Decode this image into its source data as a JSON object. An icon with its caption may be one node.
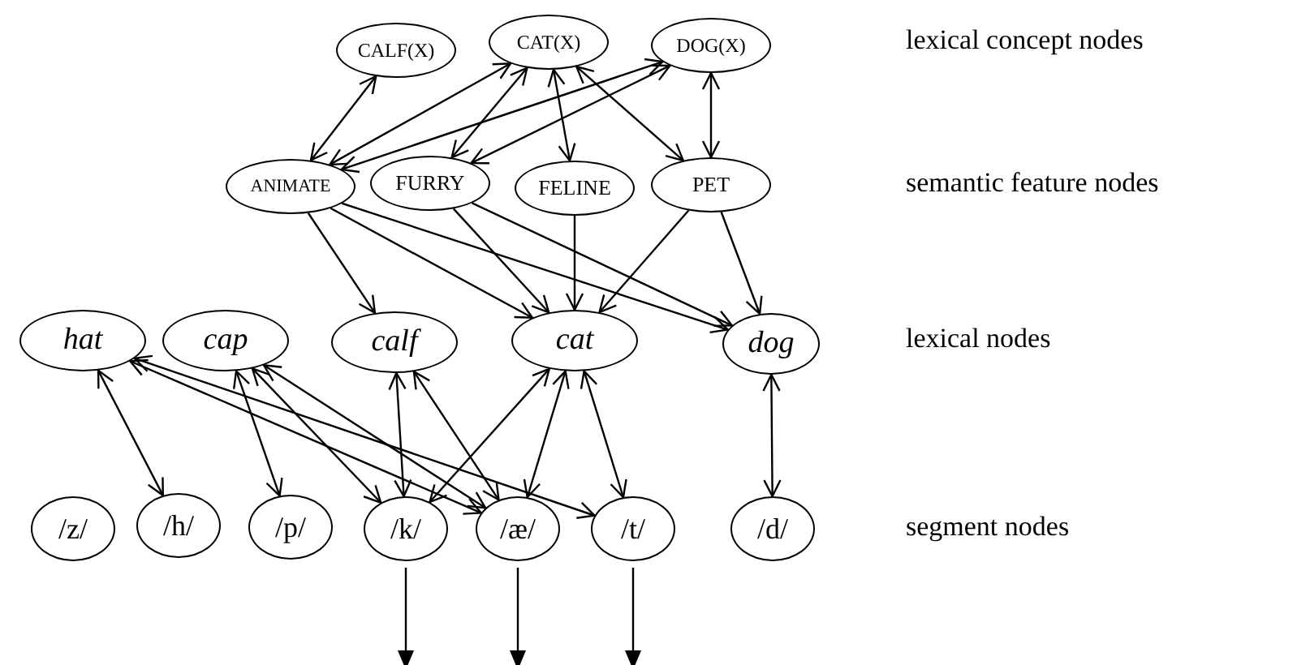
{
  "diagram": {
    "nodes": [
      {
        "text": [
          "CALF(X)"
        ]
      },
      {
        "text": [
          "CAT(X)"
        ]
      },
      {
        "text": [
          "DOG(X)"
        ]
      },
      {
        "text": [
          "ANIMATE"
        ]
      },
      {
        "text": [
          "FURRY"
        ]
      },
      {
        "text": [
          "FELINE"
        ]
      },
      {
        "text": [
          "PET"
        ]
      },
      {
        "text": [
          "hat"
        ]
      },
      {
        "text": [
          "cap"
        ]
      },
      {
        "text": [
          "calf"
        ]
      },
      {
        "text": [
          "cat"
        ]
      },
      {
        "text": [
          "dog"
        ]
      },
      {
        "text": [
          "/z/"
        ]
      },
      {
        "text": [
          "/h/"
        ]
      },
      {
        "text": [
          "/p/"
        ]
      },
      {
        "text": [
          "/k/"
        ]
      },
      {
        "text": [
          "/æ/"
        ]
      },
      {
        "text": [
          "/t/"
        ]
      },
      {
        "text": [
          "/d/"
        ]
      }
    ],
    "edges": [
      {
        "from": 0,
        "to": 3,
        "arrow": "both"
      },
      {
        "from": 1,
        "to": 3,
        "arrow": "both"
      },
      {
        "from": 1,
        "to": 4,
        "arrow": "both"
      },
      {
        "from": 1,
        "to": 5,
        "arrow": "both"
      },
      {
        "from": 1,
        "to": 6,
        "arrow": "both"
      },
      {
        "from": 2,
        "to": 3,
        "arrow": "both"
      },
      {
        "from": 2,
        "to": 4,
        "arrow": "both"
      },
      {
        "from": 2,
        "to": 6,
        "arrow": "both"
      },
      {
        "from": 3,
        "to": 9,
        "arrow": "to"
      },
      {
        "from": 3,
        "to": 10,
        "arrow": "to"
      },
      {
        "from": 3,
        "to": 11,
        "arrow": "to"
      },
      {
        "from": 4,
        "to": 10,
        "arrow": "to"
      },
      {
        "from": 4,
        "to": 11,
        "arrow": "to"
      },
      {
        "from": 5,
        "to": 10,
        "arrow": "to"
      },
      {
        "from": 6,
        "to": 10,
        "arrow": "to"
      },
      {
        "from": 6,
        "to": 11,
        "arrow": "to"
      },
      {
        "from": 7,
        "to": 13,
        "arrow": "both"
      },
      {
        "from": 7,
        "to": 16,
        "arrow": "both"
      },
      {
        "from": 7,
        "to": 17,
        "arrow": "both"
      },
      {
        "from": 8,
        "to": 14,
        "arrow": "both"
      },
      {
        "from": 8,
        "to": 15,
        "arrow": "both"
      },
      {
        "from": 8,
        "to": 16,
        "arrow": "both"
      },
      {
        "from": 9,
        "to": 15,
        "arrow": "both"
      },
      {
        "from": 9,
        "to": 16,
        "arrow": "both"
      },
      {
        "from": 10,
        "to": 15,
        "arrow": "both"
      },
      {
        "from": 10,
        "to": 16,
        "arrow": "both"
      },
      {
        "from": 10,
        "to": 17,
        "arrow": "both"
      },
      {
        "from": 11,
        "to": 18,
        "arrow": "both"
      },
      {
        "from": 15,
        "to": null,
        "arrow": "to"
      },
      {
        "from": 16,
        "to": null,
        "arrow": "to"
      },
      {
        "from": 17,
        "to": null,
        "arrow": "to"
      }
    ],
    "labels": [
      "lexical concept nodes",
      "semantic feature nodes",
      "lexical nodes",
      "segment nodes"
    ]
  }
}
